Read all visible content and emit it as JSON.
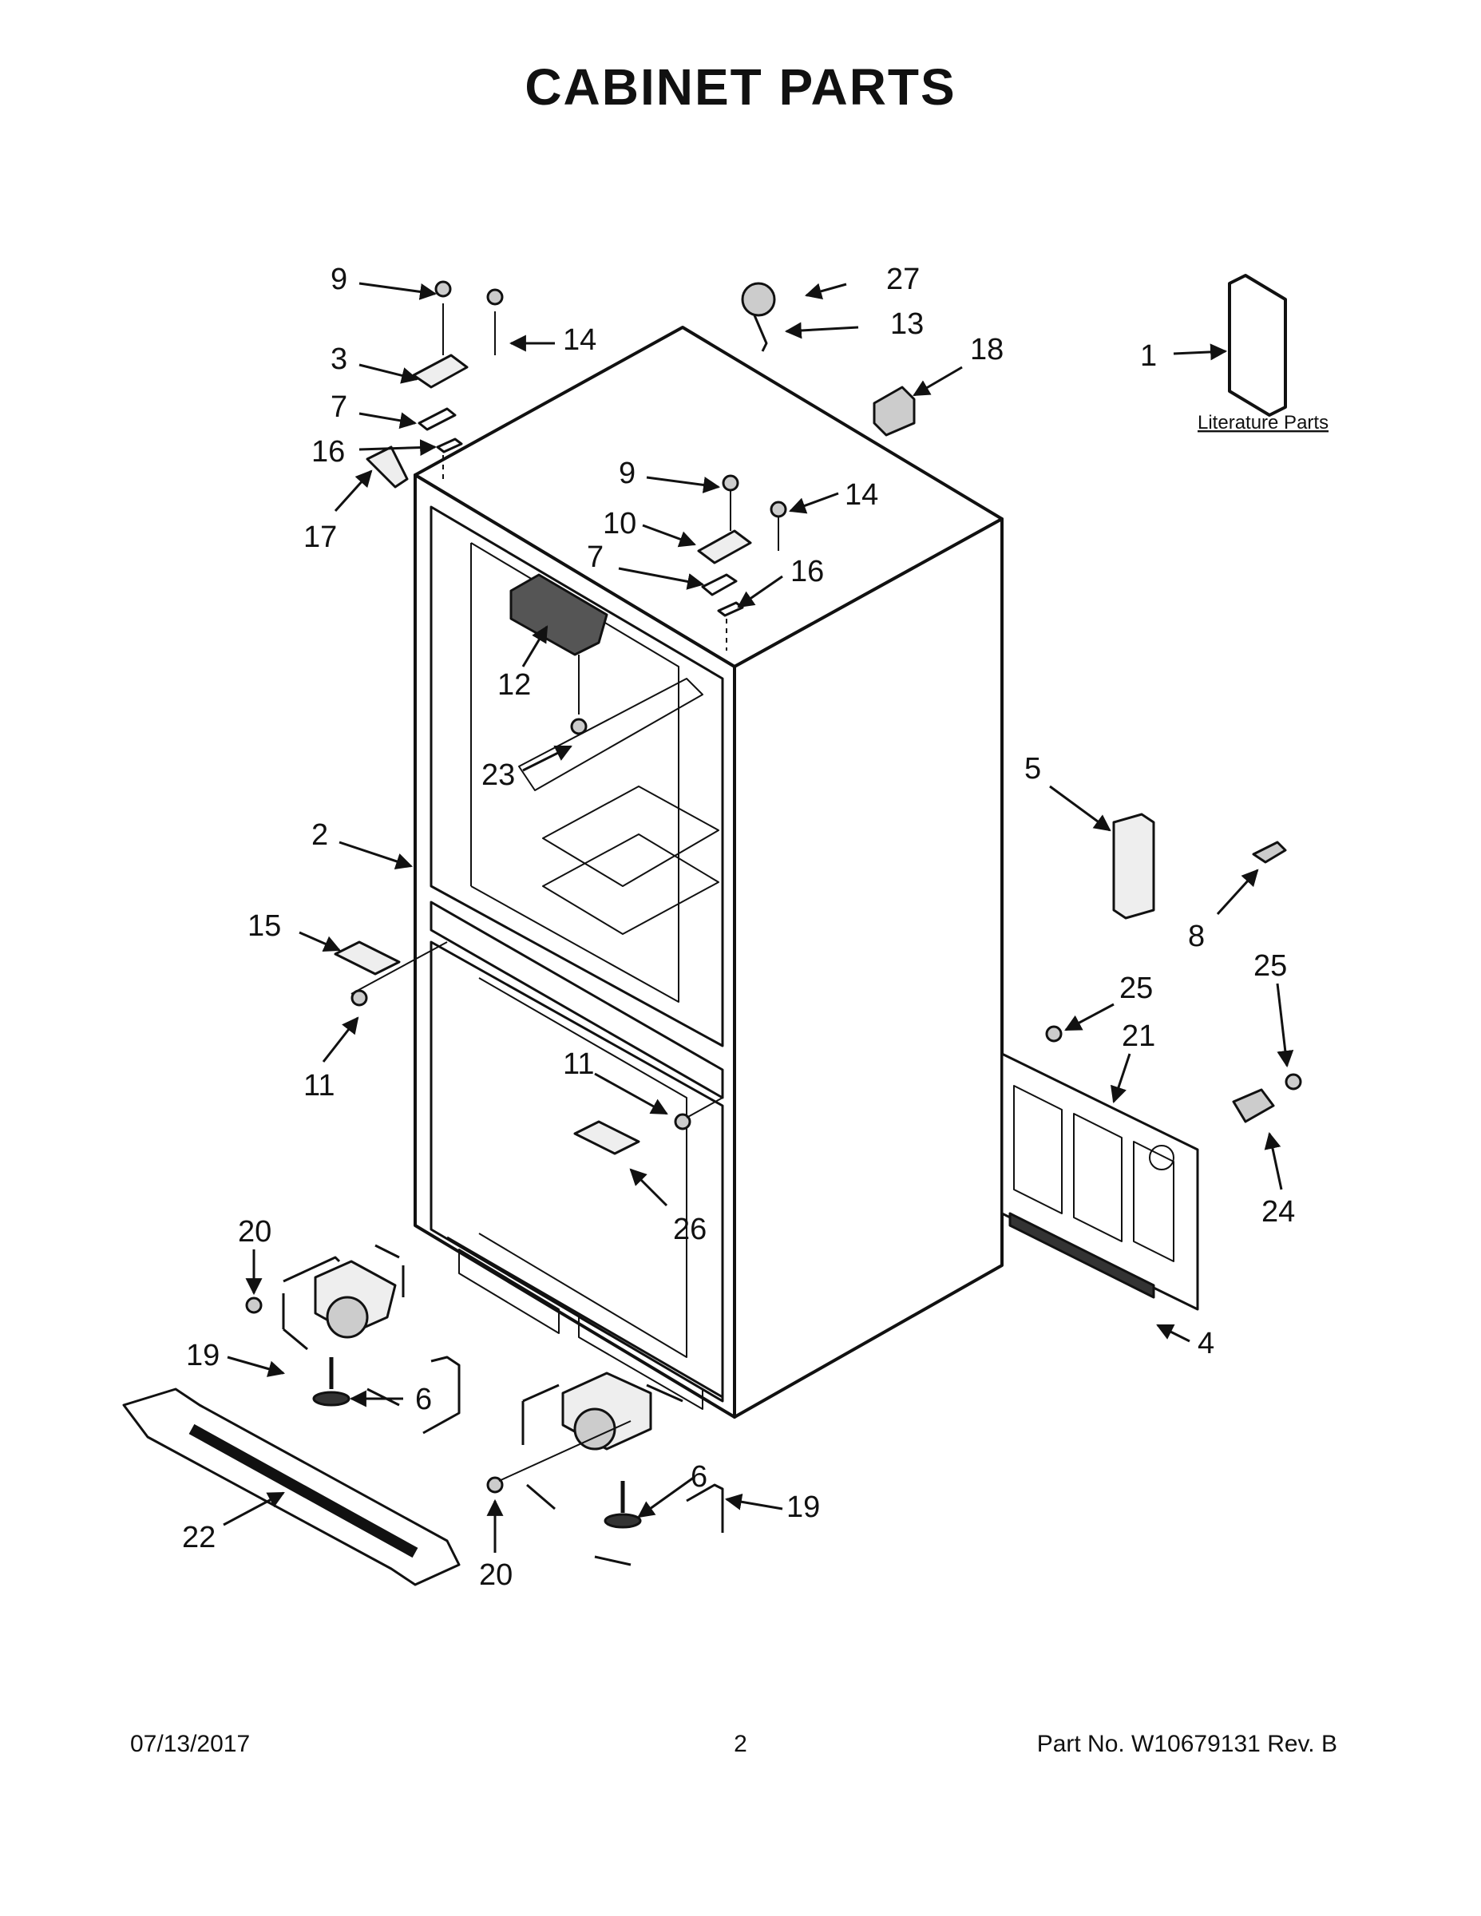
{
  "title": "CABINET PARTS",
  "literature_label": "Literature Parts",
  "callouts": {
    "c27": "27",
    "c13": "13",
    "c18": "18",
    "c1": "1",
    "c9a": "9",
    "c14a": "14",
    "c3": "3",
    "c7a": "7",
    "c16a": "16",
    "c17": "17",
    "c9b": "9",
    "c14b": "14",
    "c10": "10",
    "c7b": "7",
    "c16b": "16",
    "c12": "12",
    "c23": "23",
    "c2": "2",
    "c5": "5",
    "c8": "8",
    "c15": "15",
    "c11a": "11",
    "c11b": "11",
    "c25a": "25",
    "c25b": "25",
    "c21": "21",
    "c24": "24",
    "c26": "26",
    "c20a": "20",
    "c19a": "19",
    "c6a": "6",
    "c4": "4",
    "c22": "22",
    "c6b": "6",
    "c19b": "19",
    "c20b": "20"
  },
  "footer": {
    "date": "07/13/2017",
    "page": "2",
    "part_no": "Part No.  W10679131  Rev.  B"
  }
}
